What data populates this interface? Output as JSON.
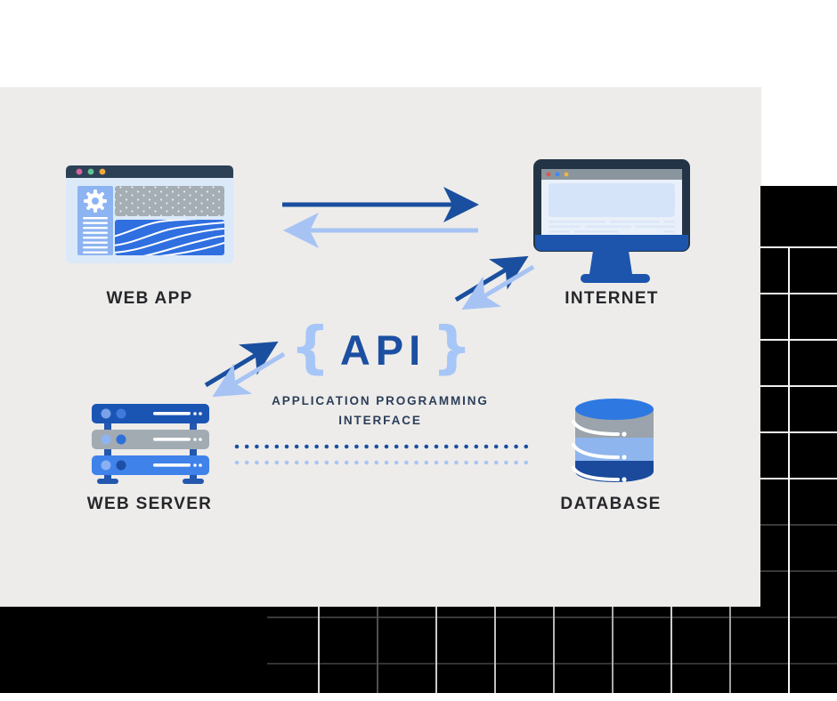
{
  "diagram": {
    "center": {
      "brace_left": "{",
      "title": "API",
      "brace_right": "}",
      "subtitle_line1": "APPLICATION PROGRAMMING",
      "subtitle_line2": "INTERFACE"
    },
    "nodes": {
      "web_app": {
        "label": "WEB APP"
      },
      "internet": {
        "label": "INTERNET"
      },
      "web_server": {
        "label": "WEB SERVER"
      },
      "database": {
        "label": "DATABASE"
      }
    },
    "icons": [
      "browser-window-icon",
      "monitor-icon",
      "server-stack-icon",
      "database-cylinder-icon",
      "gear-icon"
    ],
    "colors": {
      "panel_bg": "#edecea",
      "arrow_dark_blue": "#1a4f9f",
      "arrow_light_blue": "#a6c3f4",
      "api_text": "#1c4fa1",
      "brace_blue": "#a6c6f7",
      "subtitle_navy": "#2c3e59",
      "label_charcoal": "#26272b",
      "grid_black": "#000000"
    }
  }
}
